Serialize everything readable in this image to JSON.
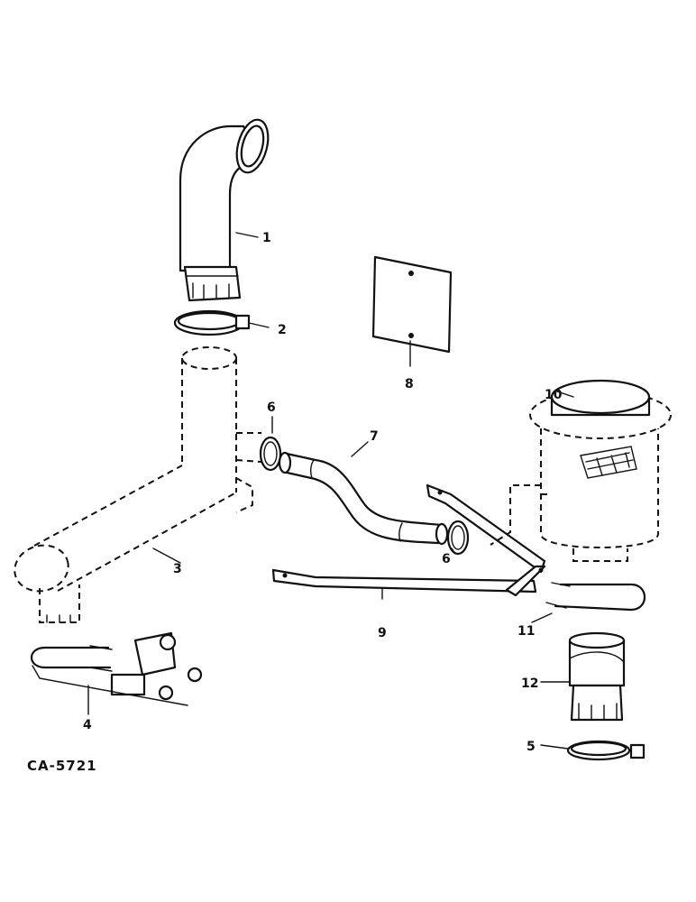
{
  "figure": {
    "code": "CA-5721",
    "callouts": [
      "1",
      "2",
      "3",
      "4",
      "5",
      "6",
      "6",
      "7",
      "8",
      "9",
      "10",
      "11",
      "12"
    ]
  }
}
